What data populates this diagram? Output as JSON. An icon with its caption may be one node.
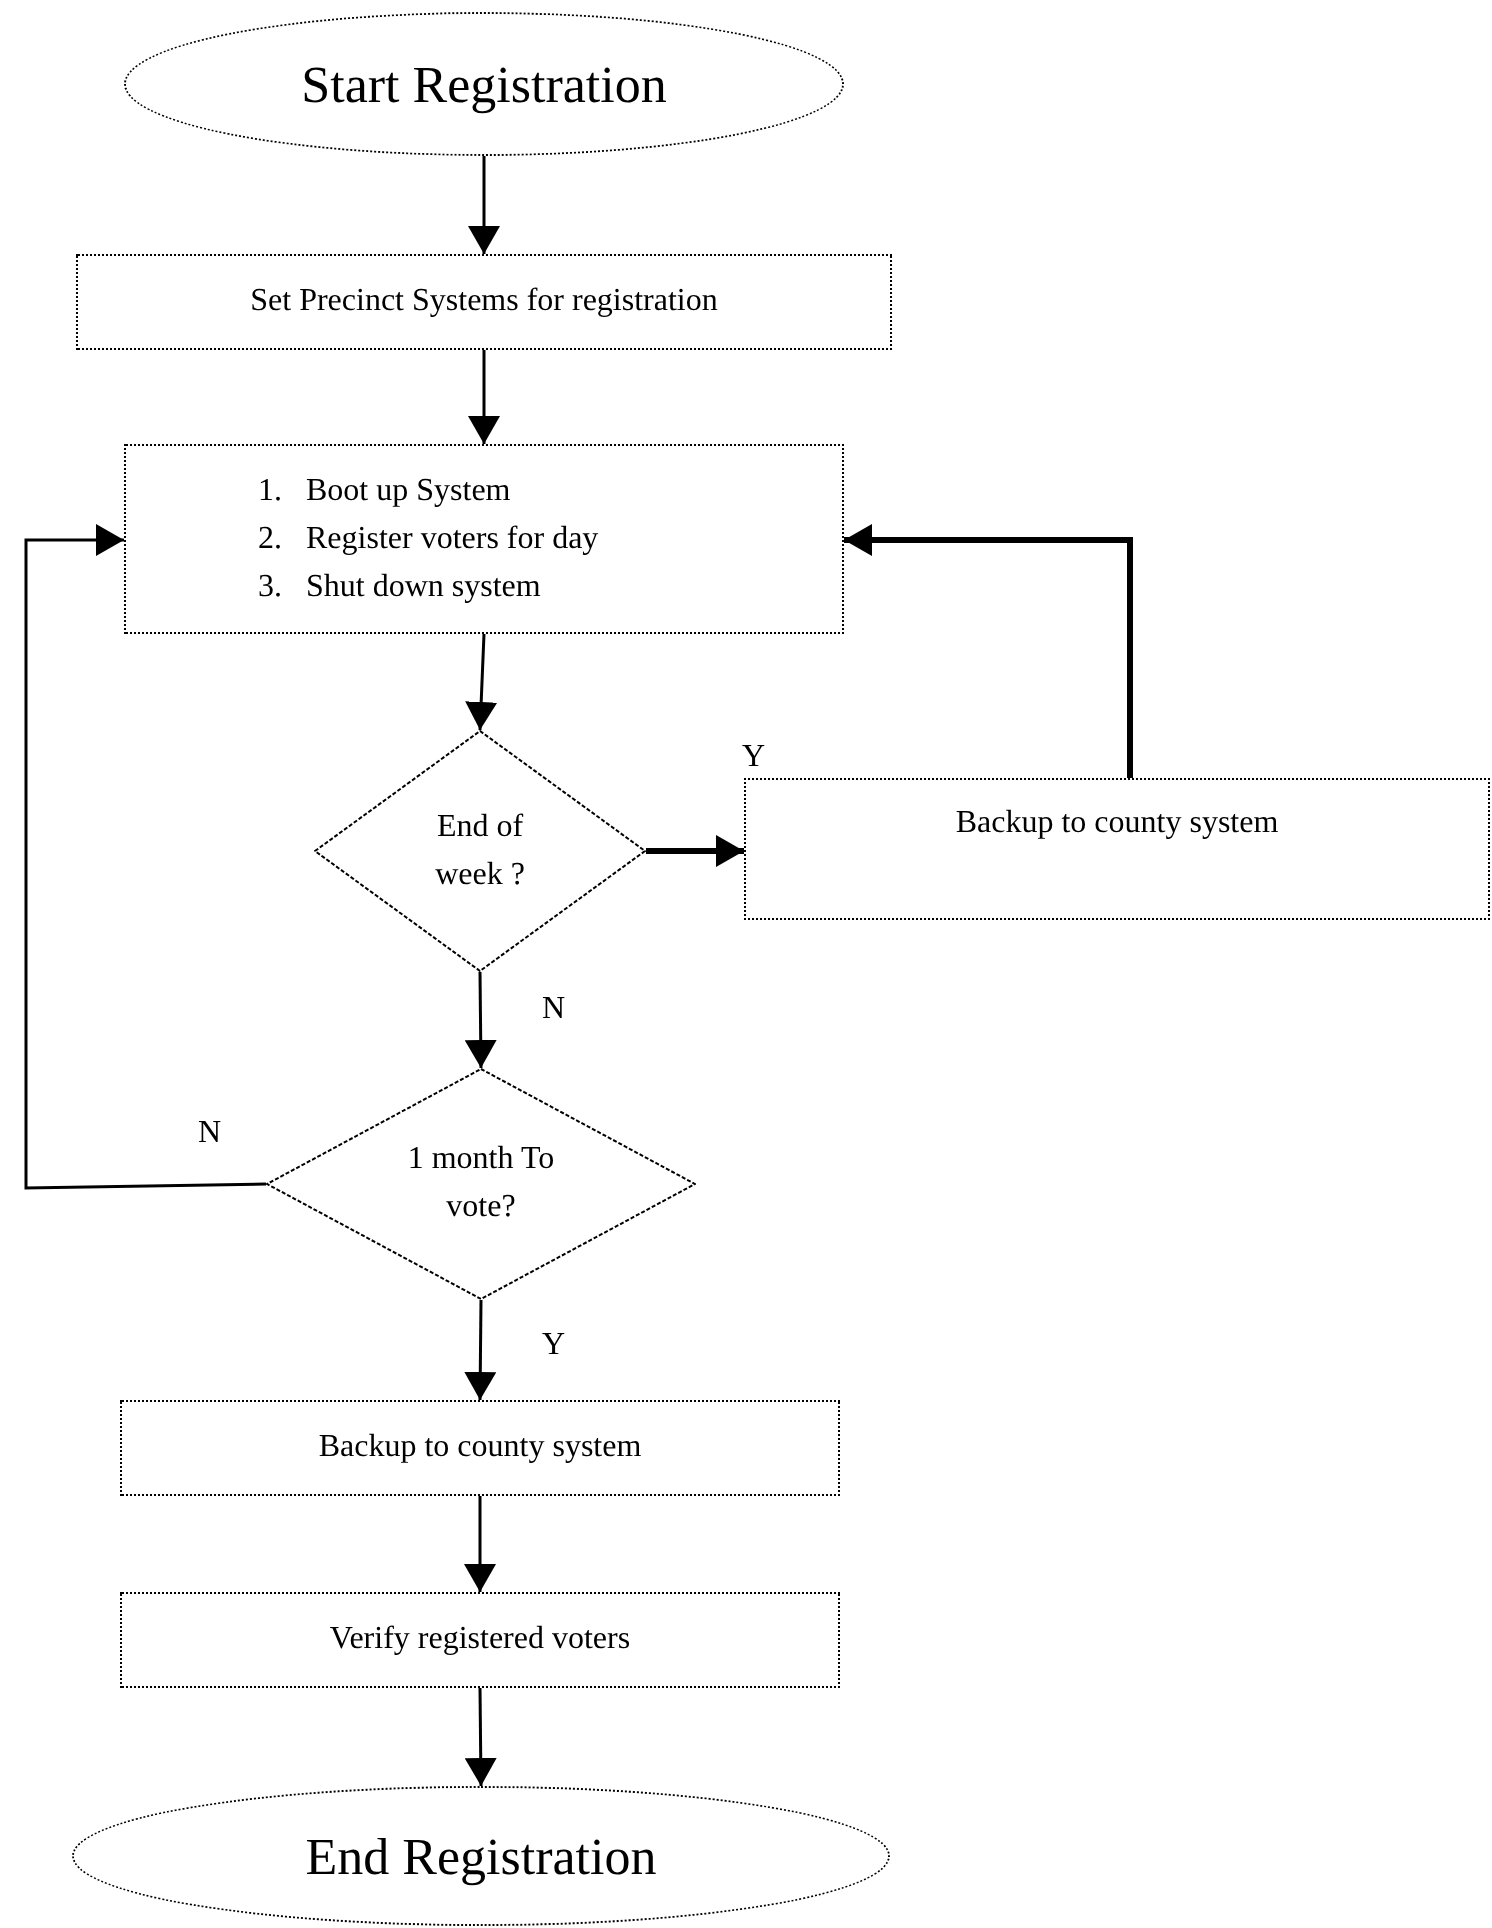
{
  "diagram": {
    "nodes": [
      {
        "text": [
          "Start Registration"
        ]
      },
      {
        "text": [
          "Set Precinct Systems for registration"
        ]
      },
      {
        "text": [
          "1.\tBoot up System",
          "2.\tRegister voters for day",
          "3.\tShut down system"
        ]
      },
      {
        "text": [
          "End of week ?"
        ]
      },
      {
        "text": [
          "Backup to county system"
        ]
      },
      {
        "text": [
          "1 month To vote?"
        ]
      },
      {
        "text": [
          "Backup to county system"
        ]
      },
      {
        "text": [
          "Verify registered voters"
        ]
      },
      {
        "text": [
          "End Registration"
        ]
      }
    ],
    "edges": [
      {
        "from": 0,
        "to": 1,
        "arrow": "to"
      },
      {
        "from": 1,
        "to": 2,
        "arrow": "to"
      },
      {
        "from": 2,
        "to": 3,
        "arrow": "to"
      },
      {
        "from": 3,
        "to": 4,
        "arrow": "to",
        "label": "Y",
        "style": "thick"
      },
      {
        "from": 4,
        "to": 2,
        "arrow": "to",
        "style": "thick"
      },
      {
        "from": 3,
        "to": 5,
        "arrow": "to",
        "label": "N"
      },
      {
        "from": 5,
        "to": 2,
        "arrow": "to",
        "label": "N"
      },
      {
        "from": 5,
        "to": 6,
        "arrow": "to",
        "label": "Y"
      },
      {
        "from": 6,
        "to": 7,
        "arrow": "to"
      },
      {
        "from": 7,
        "to": 8,
        "arrow": "to"
      }
    ]
  }
}
